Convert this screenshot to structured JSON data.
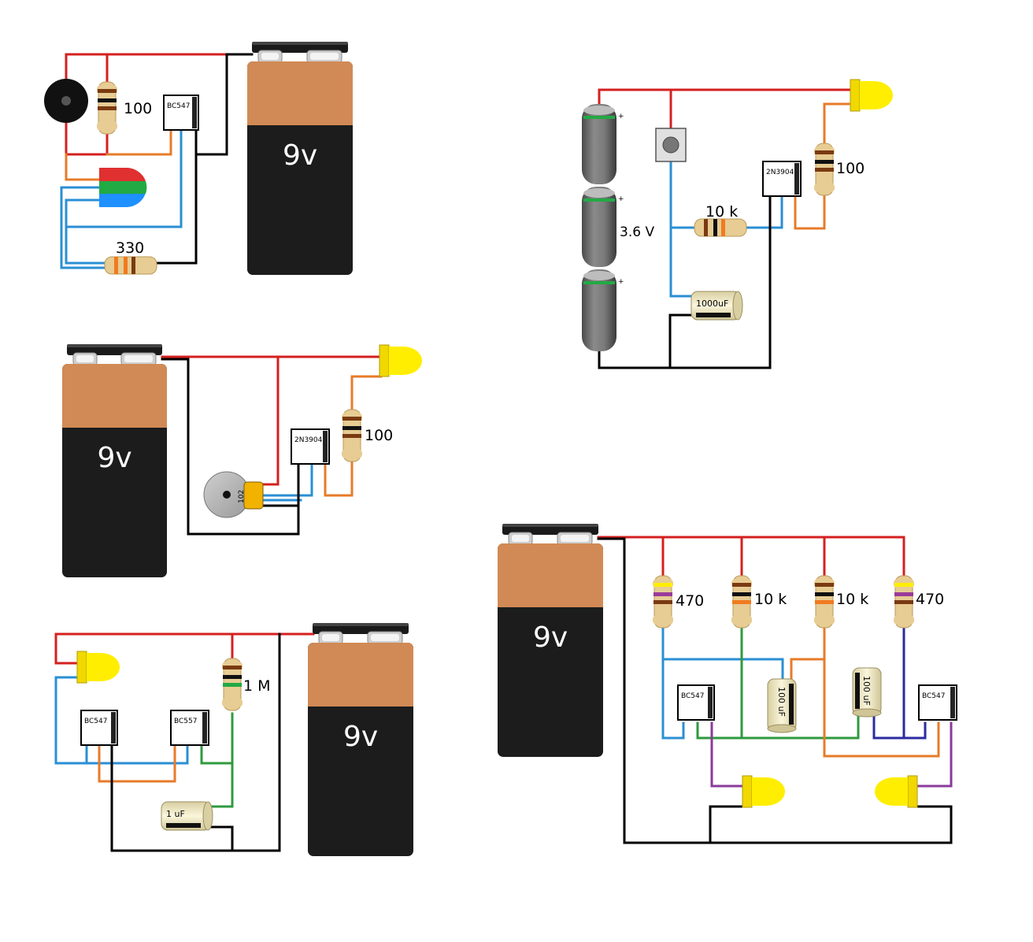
{
  "colors": {
    "red": "#d42020",
    "black": "#000000",
    "orange": "#e77b2a",
    "blue": "#2a8fd4",
    "green": "#2f9a3e",
    "purple": "#8a3a9a",
    "navy": "#2b2ba0",
    "battery_top": "#d18a55",
    "battery_body": "#1c1c1c",
    "led_yellow": "#ffee00",
    "resistor_body": "#e7cc93"
  },
  "circuits": [
    {
      "name": "",
      "battery": {
        "label": "9v"
      },
      "transistor": {
        "label": "BC547"
      },
      "resistors": [
        {
          "label": "100"
        },
        {
          "label": "330"
        }
      ],
      "icons": [
        "buzzer-icon",
        "rgb-led-icon"
      ]
    },
    {
      "name": "",
      "cells": {
        "label": "3.6 V"
      },
      "transistor": {
        "label": "2N3904"
      },
      "resistors": [
        {
          "label": "10 k"
        },
        {
          "label": "100"
        }
      ],
      "capacitor": {
        "label": "1000uF"
      },
      "icons": [
        "push-button-icon",
        "led-icon",
        "aa-cell-icon"
      ]
    },
    {
      "name": "",
      "battery": {
        "label": "9v"
      },
      "transistor": {
        "label": "2N3904"
      },
      "resistors": [
        {
          "label": "100"
        }
      ],
      "piezo": {
        "label": "102"
      },
      "icons": [
        "piezo-disc-icon",
        "led-icon"
      ]
    },
    {
      "name": "",
      "battery": {
        "label": "9v"
      },
      "transistors": [
        {
          "label": "BC547"
        },
        {
          "label": "BC557"
        }
      ],
      "resistors": [
        {
          "label": "1 M"
        }
      ],
      "capacitor": {
        "label": "1 uF"
      },
      "icons": [
        "led-icon"
      ]
    },
    {
      "name": "",
      "battery": {
        "label": "9v"
      },
      "transistors": [
        {
          "label": "BC547"
        },
        {
          "label": "BC547"
        }
      ],
      "resistors": [
        {
          "label": "470"
        },
        {
          "label": "10 k"
        },
        {
          "label": "10 k"
        },
        {
          "label": "470"
        }
      ],
      "capacitors": [
        {
          "label": "100 uF"
        },
        {
          "label": "100 uF"
        }
      ],
      "icons": [
        "led-icon",
        "led-icon"
      ]
    }
  ]
}
